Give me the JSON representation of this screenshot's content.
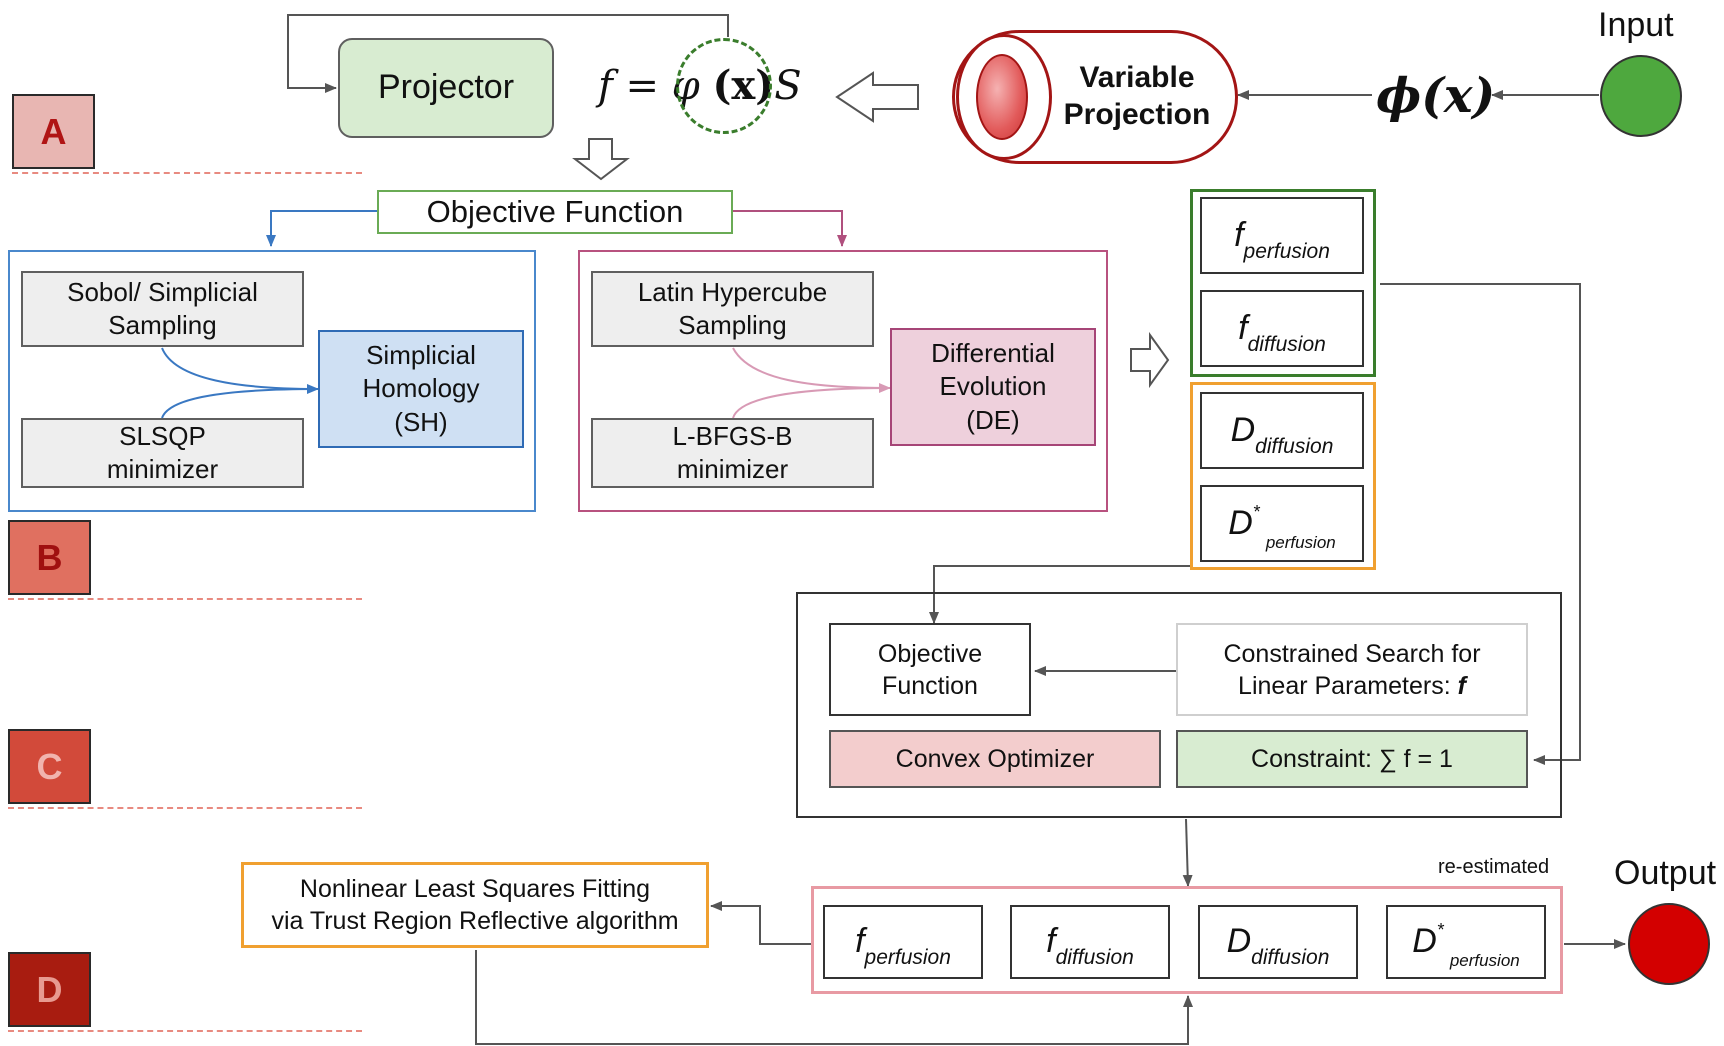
{
  "labels": {
    "a": "A",
    "b": "B",
    "c": "C",
    "d": "D"
  },
  "input_label": "Input",
  "output_label": "Output",
  "projector": "Projector",
  "formula": {
    "lhs": "f",
    "eq": "=",
    "phi": "φ",
    "arg": "(x)",
    "s": "S"
  },
  "variable_projection": {
    "line1": "Variable",
    "line2": "Projection"
  },
  "phi_input": "ϕ(x)",
  "objective_function": "Objective Function",
  "left_panel": {
    "sampling": {
      "line1": "Sobol/ Simplicial",
      "line2": "Sampling"
    },
    "minimizer": {
      "line1": "SLSQP",
      "line2": "minimizer"
    },
    "method": {
      "line1": "Simplicial",
      "line2": "Homology",
      "line3": "(SH)"
    }
  },
  "right_panel": {
    "sampling": {
      "line1": "Latin Hypercube",
      "line2": "Sampling"
    },
    "minimizer": {
      "line1": "L-BFGS-B",
      "line2": "minimizer"
    },
    "method": {
      "line1": "Differential",
      "line2": "Evolution",
      "line3": "(DE)"
    }
  },
  "params": {
    "f_perfusion": {
      "sym": "f",
      "sub": "perfusion"
    },
    "f_diffusion": {
      "sym": "f",
      "sub": "diffusion"
    },
    "D_diffusion": {
      "sym": "D",
      "sub": "diffusion"
    },
    "Dstar_perfusion": {
      "sym": "D",
      "sup": "*",
      "sub": "perfusion"
    }
  },
  "convex_panel": {
    "objective": {
      "line1": "Objective",
      "line2": "Function"
    },
    "constrained_search": {
      "line1": "Constrained Search for",
      "line2": "Linear Parameters:",
      "bold_f": "f"
    },
    "convex_optimizer": "Convex Optimizer",
    "constraint": "Constraint: ∑ f = 1"
  },
  "re_estimated": "re-estimated",
  "nlls": {
    "line1": "Nonlinear Least Squares Fitting",
    "line2": "via Trust Region Reflective algorithm"
  },
  "colors": {
    "green": "#3a7d2c",
    "orange": "#f0a030",
    "blue": "#3a78c2",
    "magenta": "#b0507e",
    "red_dark": "#a31515",
    "input_green": "#4ea83e",
    "output_red": "#d30000"
  }
}
